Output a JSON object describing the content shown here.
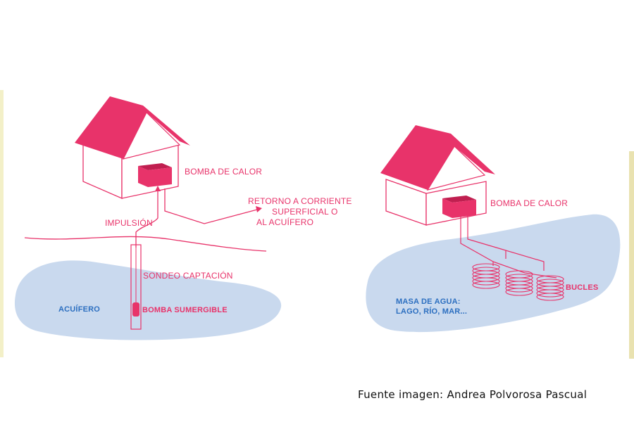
{
  "colors": {
    "accent": "#e8336a",
    "water": "#c9d9ee",
    "water_text": "#2c6fc0",
    "edge_tint": "#f3f0c8"
  },
  "left_panel": {
    "heat_pump_label": "BOMBA DE CALOR",
    "return_label_lines": [
      "RETORNO A CORRIENTE",
      "SUPERFICIAL O",
      "AL ACUÍFERO"
    ],
    "impulsion_label": "IMPULSIÓN",
    "borehole_label": "SONDEO CAPTACIÓN",
    "aquifer_label": "ACUÍFERO",
    "pump_label": "BOMBA SUMERGIBLE"
  },
  "right_panel": {
    "heat_pump_label": "BOMBA DE CALOR",
    "water_body_lines": [
      "MASA DE AGUA:",
      "LAGO, RÍO, MAR..."
    ],
    "loops_label": "BUCLES"
  },
  "caption": "Fuente imagen: Andrea Polvorosa Pascual"
}
